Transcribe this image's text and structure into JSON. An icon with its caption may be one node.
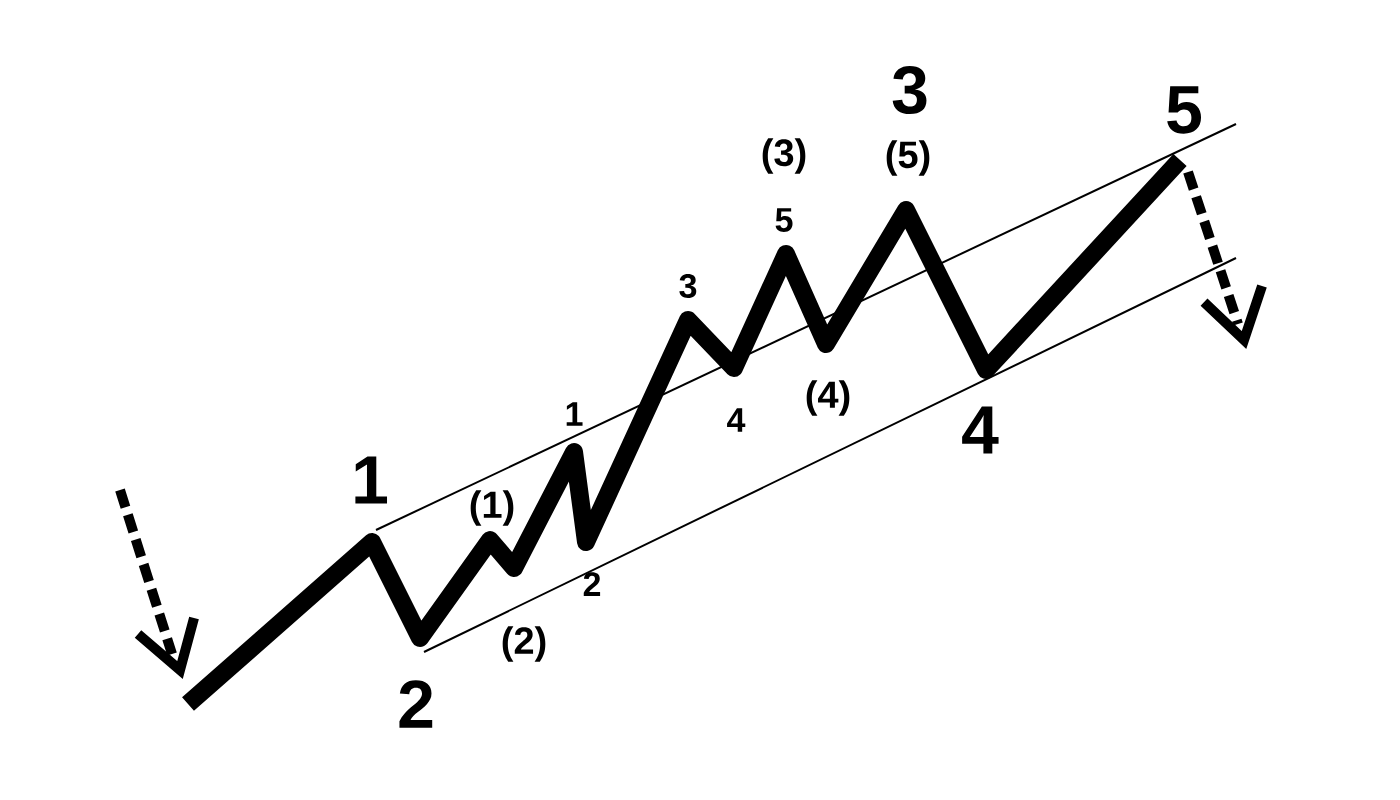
{
  "diagram": {
    "labels": [
      "1",
      "2",
      "(1)",
      "(2)",
      "1",
      "2",
      "3",
      "4",
      "5",
      "(3)",
      "(4)",
      "(5)",
      "3",
      "4",
      "5"
    ]
  }
}
